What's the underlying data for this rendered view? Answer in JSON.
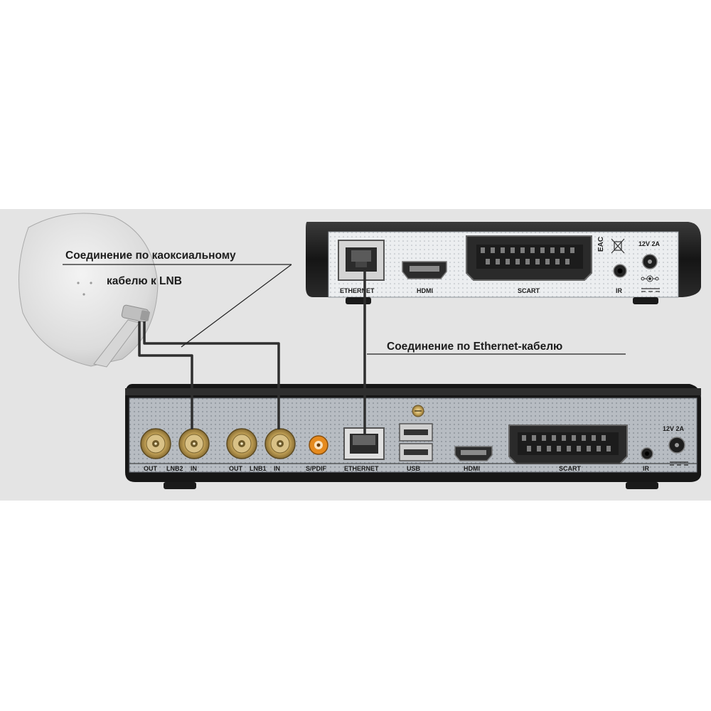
{
  "captions": {
    "coax_line1": "Соединение по каоксиальному",
    "coax_line2": "кабелю к LNB",
    "ethernet": "Соединение по Ethernet-кабелю"
  },
  "top_device": {
    "ports": {
      "ethernet": "ETHERNET",
      "hdmi": "HDMI",
      "scart": "SCART",
      "ir": "IR",
      "power": "12V 2A"
    },
    "marks": {
      "eac": "EAC"
    }
  },
  "bottom_device": {
    "ports": {
      "out2": "OUT",
      "lnb2": "LNB2",
      "in2": "IN",
      "out1": "OUT",
      "lnb1": "LNB1",
      "in1": "IN",
      "spdif": "S/PDIF",
      "ethernet": "ETHERNET",
      "usb": "USB",
      "hdmi": "HDMI",
      "scart": "SCART",
      "ir": "IR",
      "power": "12V 2A"
    }
  },
  "colors": {
    "backdrop": "#e4e4e4",
    "panel": "#b9bec4",
    "casing": "#1b1b1b",
    "cable": "#2e2e2e",
    "gold": "#c9a85c",
    "dish": "#e6e6e6"
  }
}
